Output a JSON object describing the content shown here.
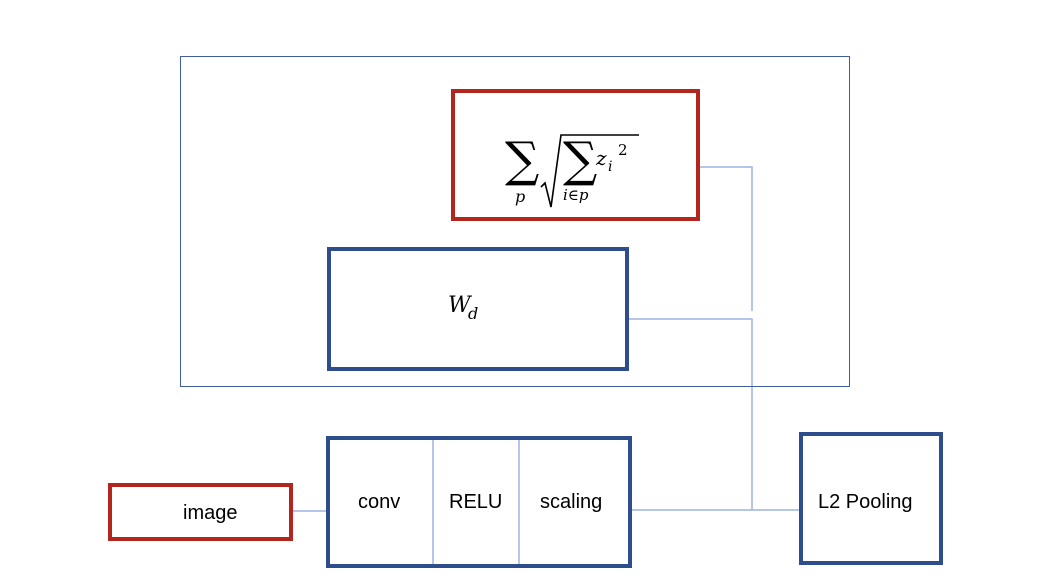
{
  "colors": {
    "module_border_blue": "#2e4d8c",
    "module_border_red": "#b3261e",
    "outer_frame": "#3e5ea0",
    "connector": "#9eb3e0"
  },
  "formula": {
    "outer_operator": "∑",
    "outer_index": "p",
    "inner_operator": "∑",
    "inner_index": "i∈p",
    "variable": "z",
    "variable_subscript": "i",
    "exponent": "2"
  },
  "weights": {
    "symbol": "W",
    "subscript": "d"
  },
  "input": {
    "label": "image"
  },
  "pipeline": {
    "stages": [
      "conv",
      "RELU",
      "scaling"
    ]
  },
  "pooling": {
    "label": "L2 Pooling"
  }
}
